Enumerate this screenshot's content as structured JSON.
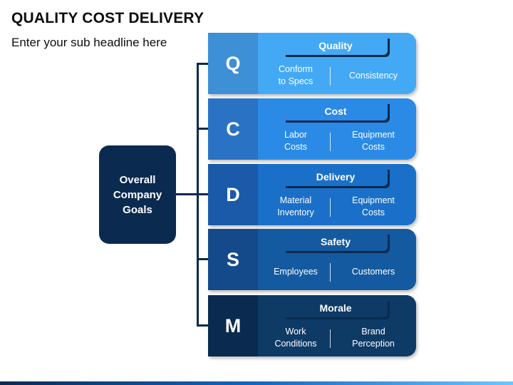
{
  "header": {
    "title": "QUALITY COST DELIVERY",
    "subtitle": "Enter your sub headline here"
  },
  "center": {
    "label": "Overall\nCompany\nGoals"
  },
  "rows": [
    {
      "letter": "Q",
      "heading": "Quality",
      "left": "Conform\nto Specs",
      "right": "Consistency",
      "letter_color": "#3d8fd6",
      "panel_color": "#44a9f4"
    },
    {
      "letter": "C",
      "heading": "Cost",
      "left": "Labor\nCosts",
      "right": "Equipment\nCosts",
      "letter_color": "#2a72c4",
      "panel_color": "#2a8ae6"
    },
    {
      "letter": "D",
      "heading": "Delivery",
      "left": "Material\nInventory",
      "right": "Equipment\nCosts",
      "letter_color": "#1a5aa8",
      "panel_color": "#1a70c8"
    },
    {
      "letter": "S",
      "heading": "Safety",
      "left": "Employees",
      "right": "Customers",
      "letter_color": "#144a8a",
      "panel_color": "#145aa0"
    },
    {
      "letter": "M",
      "heading": "Morale",
      "left": "Work\nConditions",
      "right": "Brand\nPerception",
      "letter_color": "#0b2a4f",
      "panel_color": "#0e3a66"
    }
  ],
  "colors": {
    "dark_navy": "#0b2a4f"
  }
}
